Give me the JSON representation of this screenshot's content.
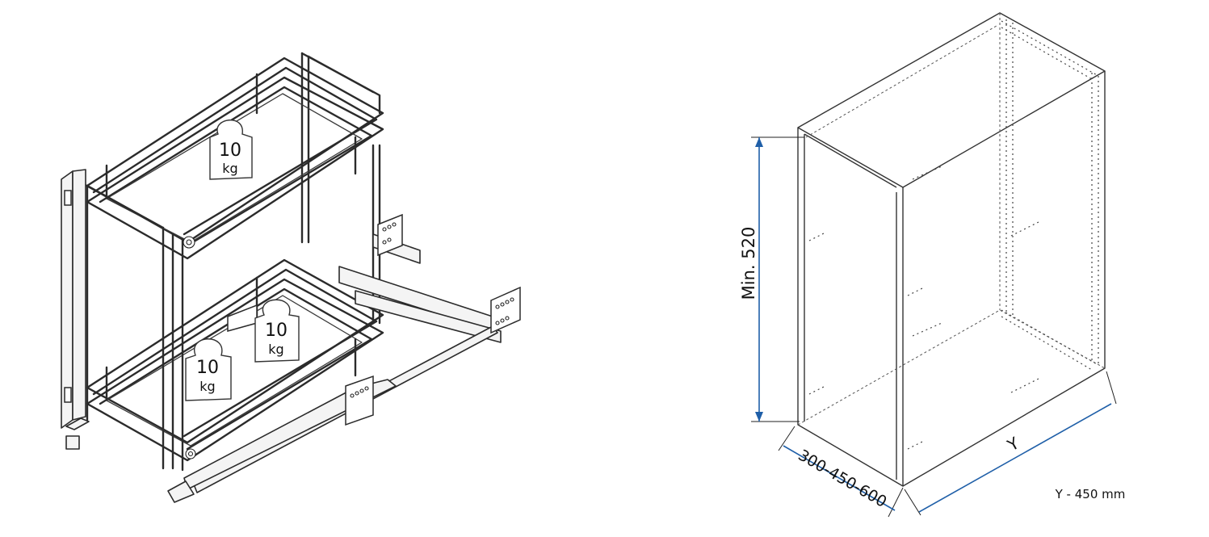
{
  "left_figure": {
    "weights": [
      {
        "value": "10",
        "unit": "kg"
      },
      {
        "value": "10",
        "unit": "kg"
      },
      {
        "value": "10",
        "unit": "kg"
      }
    ]
  },
  "right_figure": {
    "height_label": "Min. 520",
    "width_label": "300-450-600",
    "depth_label": "Y",
    "note": "Y - 450 mm"
  }
}
